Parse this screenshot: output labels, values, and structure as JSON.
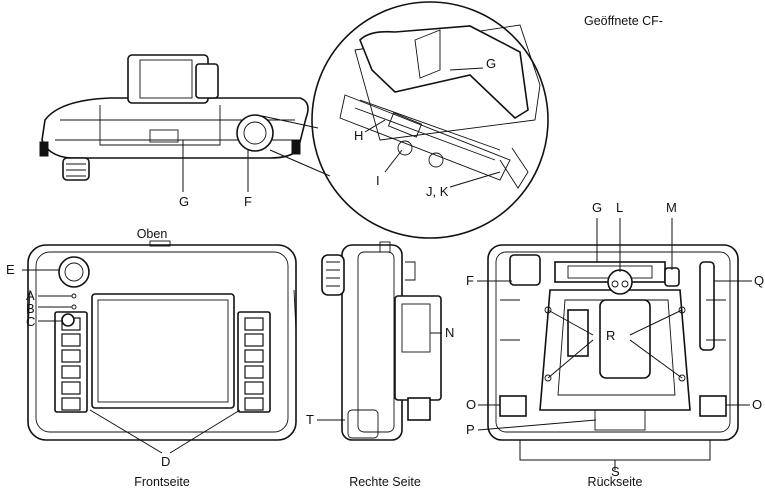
{
  "views": {
    "top": "Oben",
    "front": "Frontseite",
    "right": "Rechte Seite",
    "back": "Rückseite",
    "cf_open": "Geöffnete CF-"
  },
  "callouts": {
    "A": "A",
    "B": "B",
    "C": "C",
    "D": "D",
    "E": "E",
    "F": "F",
    "G": "G",
    "H": "H",
    "I": "I",
    "JK": "J, K",
    "L": "L",
    "M": "M",
    "N": "N",
    "O": "O",
    "P": "P",
    "Q": "Q",
    "R": "R",
    "S": "S",
    "T": "T"
  }
}
